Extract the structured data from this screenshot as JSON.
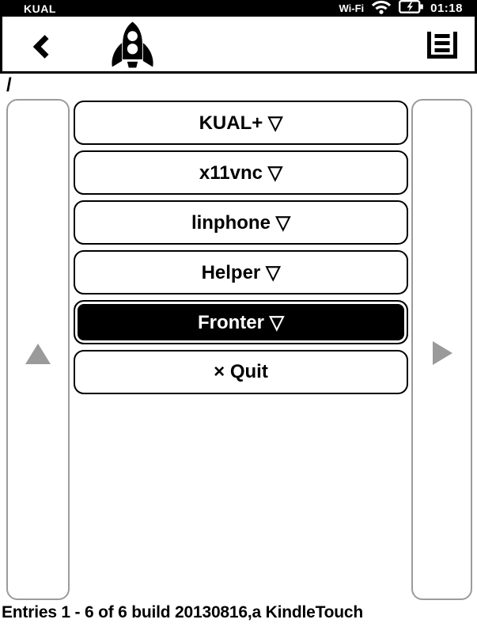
{
  "statusbar": {
    "app_title": "KUAL",
    "wifi_label": "Wi-Fi",
    "time": "01:18"
  },
  "header": {
    "icons": {
      "back": "chevron-left",
      "logo": "rocket",
      "menu": "list-menu"
    }
  },
  "breadcrumb": "/",
  "menu": {
    "items": [
      {
        "label": "KUAL+ ▽",
        "selected": false
      },
      {
        "label": "x11vnc ▽",
        "selected": false
      },
      {
        "label": "linphone ▽",
        "selected": false
      },
      {
        "label": "Helper ▽",
        "selected": false
      },
      {
        "label": "Fronter ▽",
        "selected": true
      },
      {
        "label": "× Quit",
        "selected": false
      }
    ]
  },
  "pager": {
    "prev_icon": "triangle-up",
    "next_icon": "triangle-right"
  },
  "footer": {
    "status": "Entries 1 - 6 of 6 build 20130816,a KindleTouch"
  },
  "colors": {
    "statusbar_bg": "#000000",
    "button_border": "#000000",
    "selected_bg": "#000000",
    "selected_fg": "#ffffff",
    "panel_border": "#9b9b9b",
    "pager_arrow": "#9a9a9a"
  }
}
